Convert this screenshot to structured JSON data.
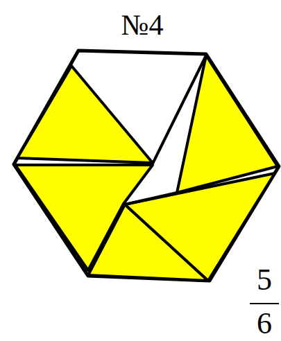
{
  "diagram": {
    "title": "№4",
    "labels": [
      "5",
      "6"
    ]
  }
}
